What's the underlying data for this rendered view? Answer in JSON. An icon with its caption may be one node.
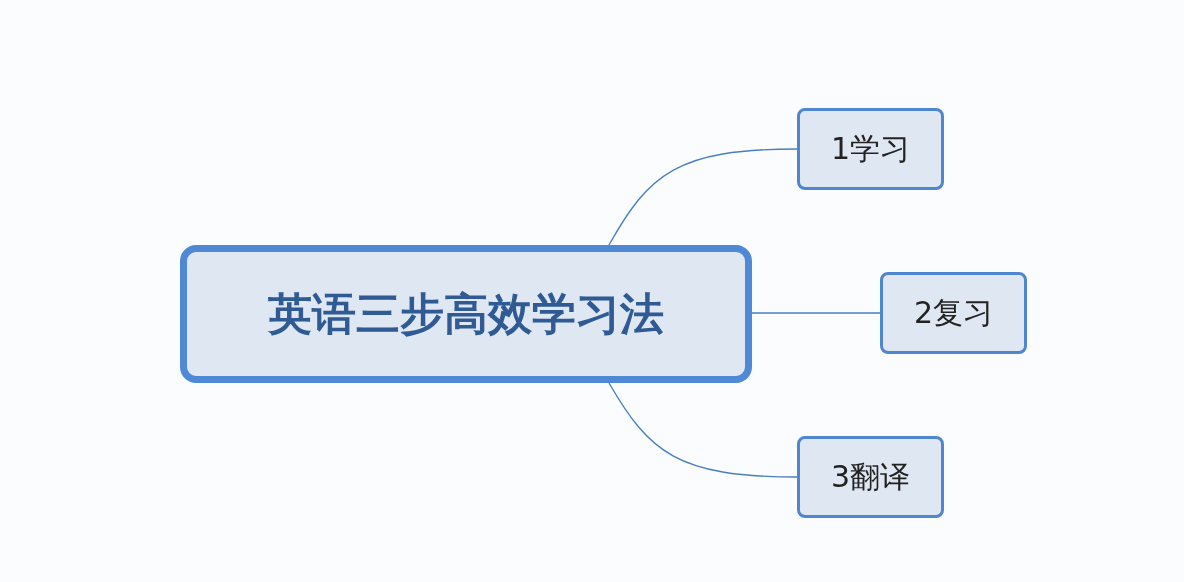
{
  "diagram": {
    "nodes": [
      {
        "text": [
          "英语三步高效学习法"
        ]
      },
      {
        "text": [
          "1学习"
        ]
      },
      {
        "text": [
          "2复习"
        ]
      },
      {
        "text": [
          "3翻译"
        ]
      }
    ],
    "edges": [
      {
        "from": 0,
        "to": 1,
        "arrow": "none"
      },
      {
        "from": 0,
        "to": 2,
        "arrow": "none"
      },
      {
        "from": 0,
        "to": 3,
        "arrow": "none"
      }
    ]
  }
}
